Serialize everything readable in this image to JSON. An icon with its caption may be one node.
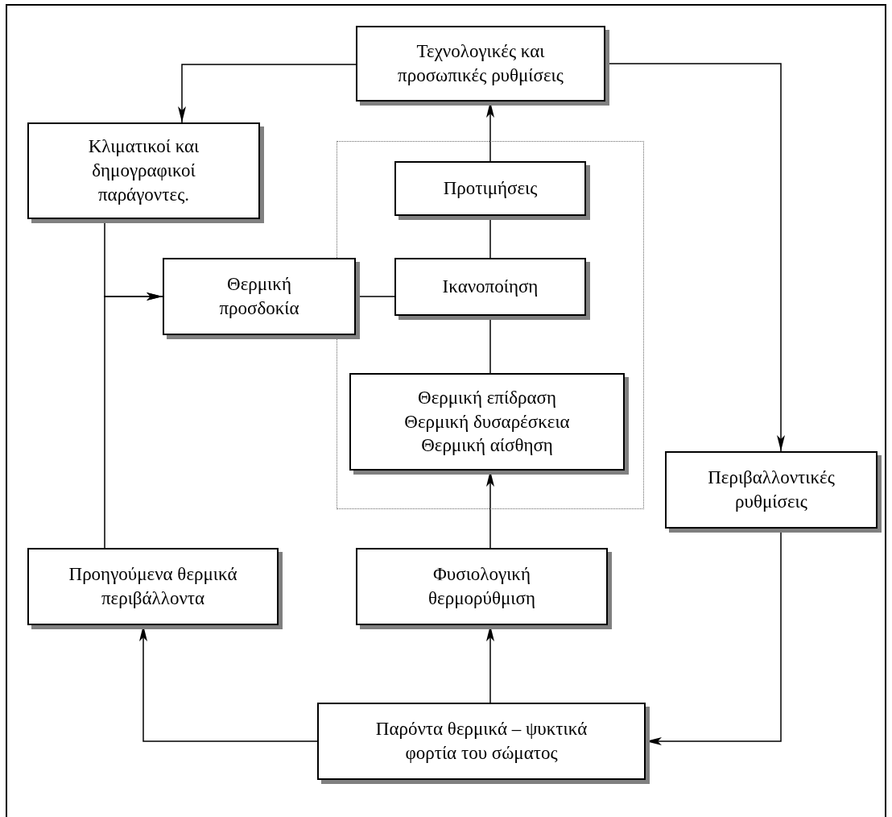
{
  "diagram": {
    "nodes": [
      {
        "text": [
          "Τεχνολογικές και προσωπικές ρυθμίσεις"
        ]
      },
      {
        "text": [
          "Κλιματικοί και δημογραφικοί παράγοντες."
        ]
      },
      {
        "text": [],
        "shape": "box"
      },
      {
        "text": [
          "Προτιμήσεις"
        ],
        "in": 2
      },
      {
        "text": [
          "Θερμική προσδοκία"
        ]
      },
      {
        "text": [
          "Ικανοποίηση"
        ],
        "in": 2
      },
      {
        "text": [
          "Θερμική επίδραση",
          "Θερμική δυσαρέσκεια",
          "Θερμική αίσθηση"
        ],
        "in": 2
      },
      {
        "text": [
          "Περιβαλλοντικές ρυθμίσεις"
        ]
      },
      {
        "text": [
          "Προηγούμενα θερμικά περιβάλλοντα"
        ]
      },
      {
        "text": [
          "Φυσιολογική θερμορύθμιση"
        ]
      },
      {
        "text": [
          "Παρόντα θερμικά – ψυκτικά φορτία του σώματος"
        ]
      }
    ],
    "edges": [
      {
        "from": 0,
        "to": 1,
        "arrow": "to"
      },
      {
        "from": 0,
        "to": 7,
        "arrow": "to"
      },
      {
        "from": 3,
        "to": 0,
        "arrow": "to"
      },
      {
        "from": 3,
        "to": 5,
        "arrow": "none"
      },
      {
        "from": 4,
        "to": 5,
        "arrow": "none"
      },
      {
        "from": 5,
        "to": 6,
        "arrow": "none"
      },
      {
        "from": 1,
        "to": 4,
        "arrow": "to"
      },
      {
        "from": 8,
        "to": 4,
        "arrow": "to"
      },
      {
        "from": 9,
        "to": 6,
        "arrow": "to"
      },
      {
        "from": 10,
        "to": 9,
        "arrow": "to"
      },
      {
        "from": 10,
        "to": 8,
        "arrow": "to"
      },
      {
        "from": 7,
        "to": 10,
        "arrow": "to"
      }
    ]
  }
}
